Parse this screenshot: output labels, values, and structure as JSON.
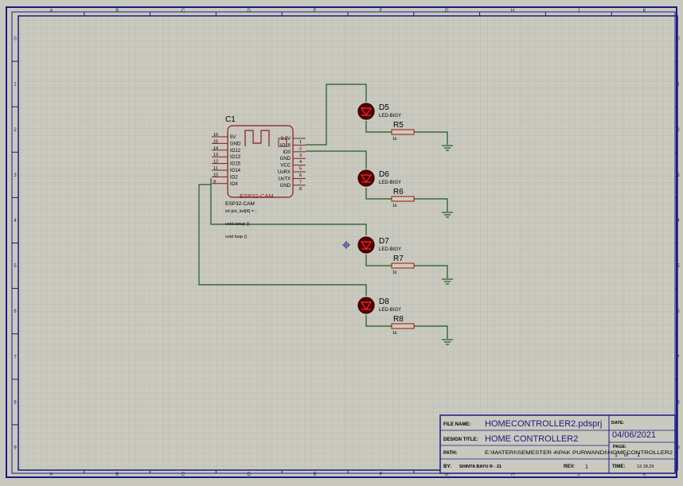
{
  "colors": {
    "background": "#c9c9c0",
    "grid": "#b4b4a8",
    "border": "#1a1a80",
    "wire": "#1f5a1f",
    "component": "#8b1a1a",
    "led_fill": "#5a0000",
    "resistor_fill": "#d8c8b4"
  },
  "frame": {
    "columns": [
      "A",
      "B",
      "C",
      "D",
      "E",
      "F",
      "G",
      "H",
      "J",
      "K"
    ],
    "rows": [
      "0",
      "1",
      "2",
      "3",
      "4",
      "5",
      "6",
      "7",
      "8",
      "9"
    ]
  },
  "mcu": {
    "ref": "C1",
    "type_label": "ESP32-CAM",
    "value": "ESP32-CAM",
    "code_lines": [
      "int pin_led[4] = ;",
      "void setup ()",
      "void loop ()"
    ],
    "left_pins": [
      {
        "num": "16",
        "name": "5V"
      },
      {
        "num": "15",
        "name": "GND"
      },
      {
        "num": "14",
        "name": "IO12"
      },
      {
        "num": "13",
        "name": "IO13"
      },
      {
        "num": "12",
        "name": "IO15"
      },
      {
        "num": "11",
        "name": "IO14"
      },
      {
        "num": "10",
        "name": "IO2"
      },
      {
        "num": "9",
        "name": "IO4"
      }
    ],
    "right_pins": [
      {
        "num": "1",
        "name": "3.3V"
      },
      {
        "num": "2",
        "name": "IO16"
      },
      {
        "num": "3",
        "name": "IO0"
      },
      {
        "num": "4",
        "name": "GND"
      },
      {
        "num": "5",
        "name": "VCC"
      },
      {
        "num": "6",
        "name": "UoRX"
      },
      {
        "num": "7",
        "name": "UoTX"
      },
      {
        "num": "8",
        "name": "GND"
      }
    ]
  },
  "leds": [
    {
      "ref": "D5",
      "type": "LED-BIGY",
      "res_ref": "R5",
      "res_val": "1k"
    },
    {
      "ref": "D6",
      "type": "LED-BIGY",
      "res_ref": "R6",
      "res_val": "1k"
    },
    {
      "ref": "D7",
      "type": "LED-BIGY",
      "res_ref": "R7",
      "res_val": "1k"
    },
    {
      "ref": "D8",
      "type": "LED-BIGY",
      "res_ref": "R8",
      "res_val": "1k"
    }
  ],
  "title_block": {
    "file_name_label": "FILE NAME:",
    "file_name": "HOMECONTROLLER2.pdsprj",
    "date_label": "DATE:",
    "date": "04/06/2021",
    "design_title_label": "DESIGN TITLE:",
    "design_title": "HOME CONTROLLER2",
    "page_label": "PAGE:",
    "page_num": "1",
    "page_of": "of",
    "page_total": "1",
    "path_label": "PATH:",
    "path": "E:\\MATERI\\SEMESTER 4\\PAK PURWANDI\\HOMECONTROLLER2",
    "by_label": "BY:",
    "by": "SHINTA BAYU R - 21",
    "rev_label": "REV:",
    "rev": "1",
    "time_label": "TIME:",
    "time": "12.18.29"
  }
}
